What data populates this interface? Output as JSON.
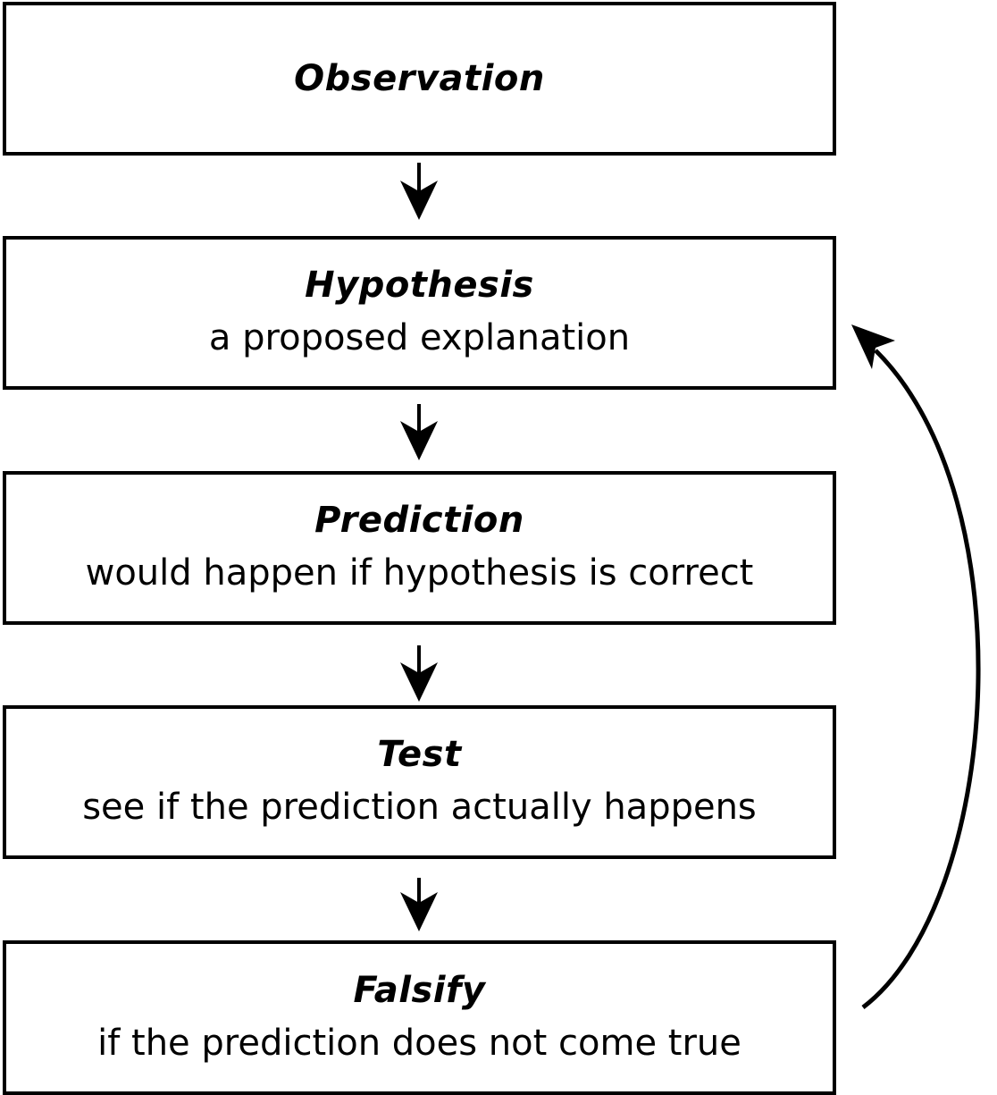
{
  "steps": [
    {
      "title": "Observation",
      "description": ""
    },
    {
      "title": "Hypothesis",
      "description": "a proposed explanation"
    },
    {
      "title": "Prediction",
      "description": "would happen if hypothesis is correct"
    },
    {
      "title": "Test",
      "description": "see if the prediction actually happens"
    },
    {
      "title": "Falsify",
      "description": "if the prediction does not come true"
    }
  ],
  "colors": {
    "stroke": "#000000",
    "background": "#ffffff"
  },
  "connectors": {
    "sequential": "down-arrow-icon",
    "loop_back": "curved-return-arrow-icon"
  }
}
